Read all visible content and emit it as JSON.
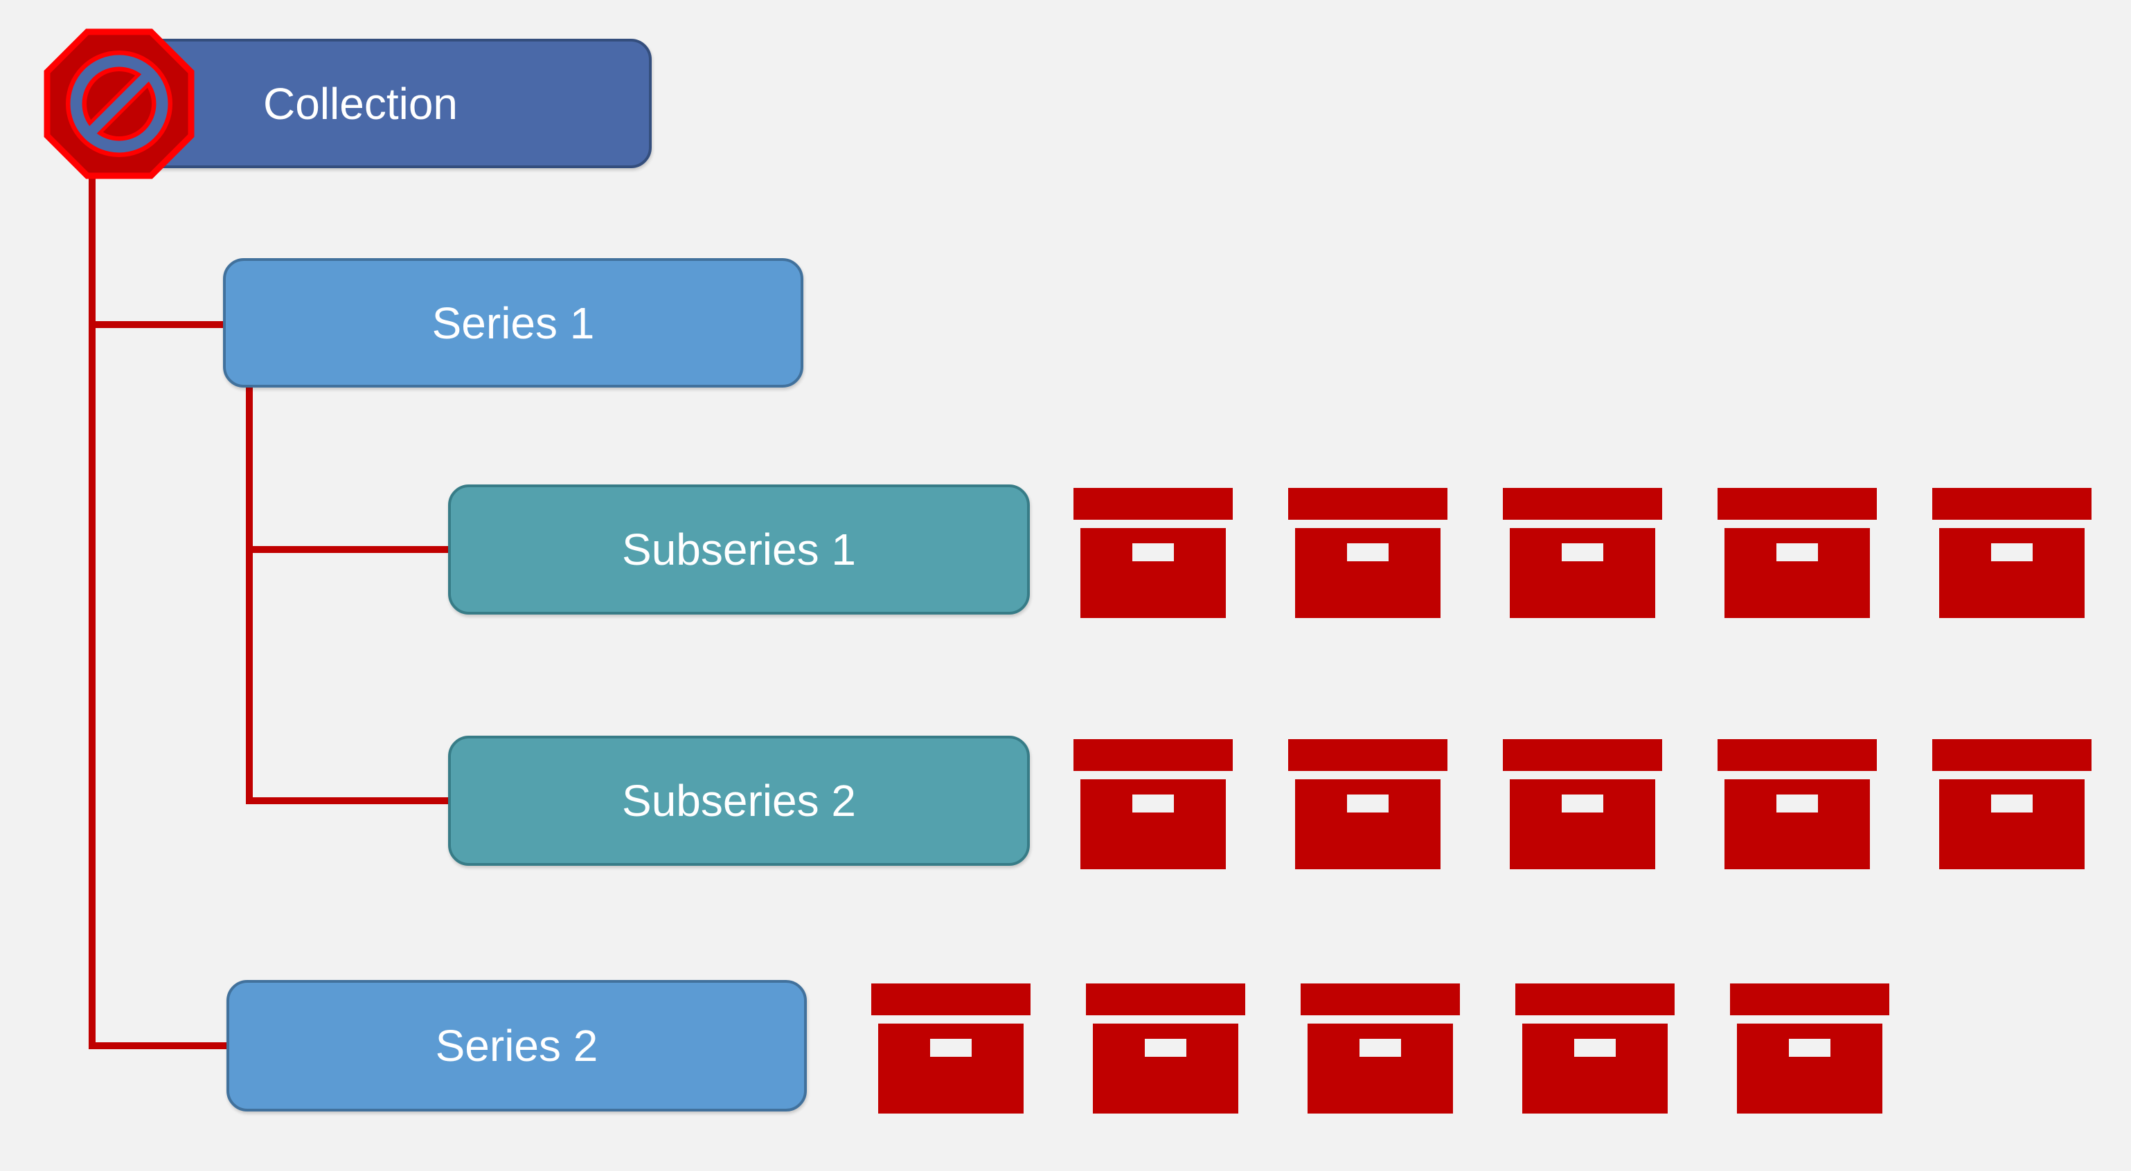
{
  "diagram": {
    "background_color": "#F2F2F2",
    "connector_color": "#C00000",
    "archive_box_color": "#C00000",
    "archive_slot_color": "#F2F2F2",
    "nodes": [
      {
        "id": "collection",
        "label": "Collection",
        "fill": "#4A69A8",
        "border": "#344E7D"
      },
      {
        "id": "series1",
        "label": "Series 1",
        "fill": "#5C9BD3",
        "border": "#41719C"
      },
      {
        "id": "subseries1",
        "label": "Subseries 1",
        "fill": "#54A1AD",
        "border": "#377C87"
      },
      {
        "id": "subseries2",
        "label": "Subseries 2",
        "fill": "#54A1AD",
        "border": "#377C87"
      },
      {
        "id": "series2",
        "label": "Series 2",
        "fill": "#5C9BD3",
        "border": "#41719C"
      }
    ],
    "no_symbol": {
      "octagon_fill": "#C00000",
      "outline_color": "#FF0000",
      "ring_color": "#4A69A8"
    },
    "archive_rows": [
      {
        "attached_to": "Subseries 1",
        "count": 5
      },
      {
        "attached_to": "Subseries 2",
        "count": 5
      },
      {
        "attached_to": "Series 2",
        "count": 5
      }
    ]
  }
}
